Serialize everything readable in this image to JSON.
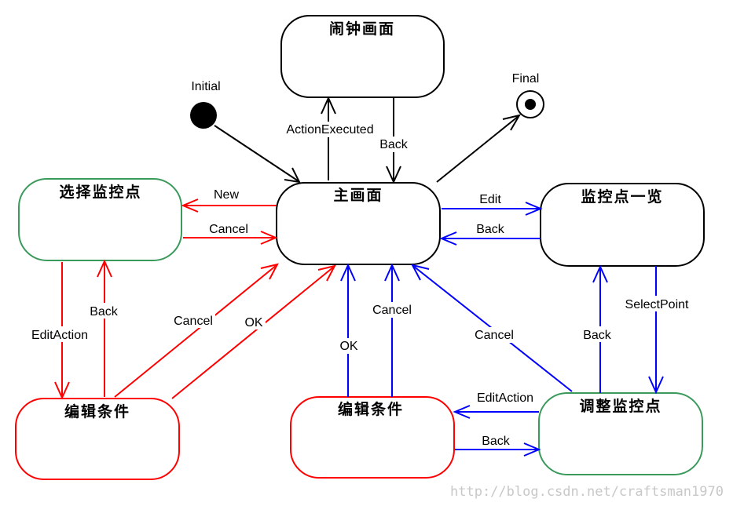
{
  "states": {
    "alarm_screen": "闹钟画面",
    "main_screen": "主画面",
    "select_point": "选择监控点",
    "point_list": "监控点一览",
    "edit_cond_left": "编辑条件",
    "edit_cond_mid": "编辑条件",
    "adjust_point": "调整监控点"
  },
  "pseudo_states": {
    "initial": "Initial",
    "final": "Final"
  },
  "transitions": {
    "action_executed": "ActionExecuted",
    "back_from_alarm": "Back",
    "new": "New",
    "cancel_select": "Cancel",
    "edit": "Edit",
    "back_from_list": "Back",
    "edit_action_left": "EditAction",
    "back_to_select": "Back",
    "cancel_left": "Cancel",
    "ok_left": "OK",
    "ok_mid": "OK",
    "cancel_mid": "Cancel",
    "cancel_adjust": "Cancel",
    "back_to_list": "Back",
    "select_point": "SelectPoint",
    "edit_action_right": "EditAction",
    "back_from_edit": "Back"
  },
  "colors": {
    "black": "#000000",
    "red": "#ff0000",
    "blue": "#0000ff",
    "green": "#3a9a5c"
  },
  "watermark": "http://blog.csdn.net/craftsman1970"
}
